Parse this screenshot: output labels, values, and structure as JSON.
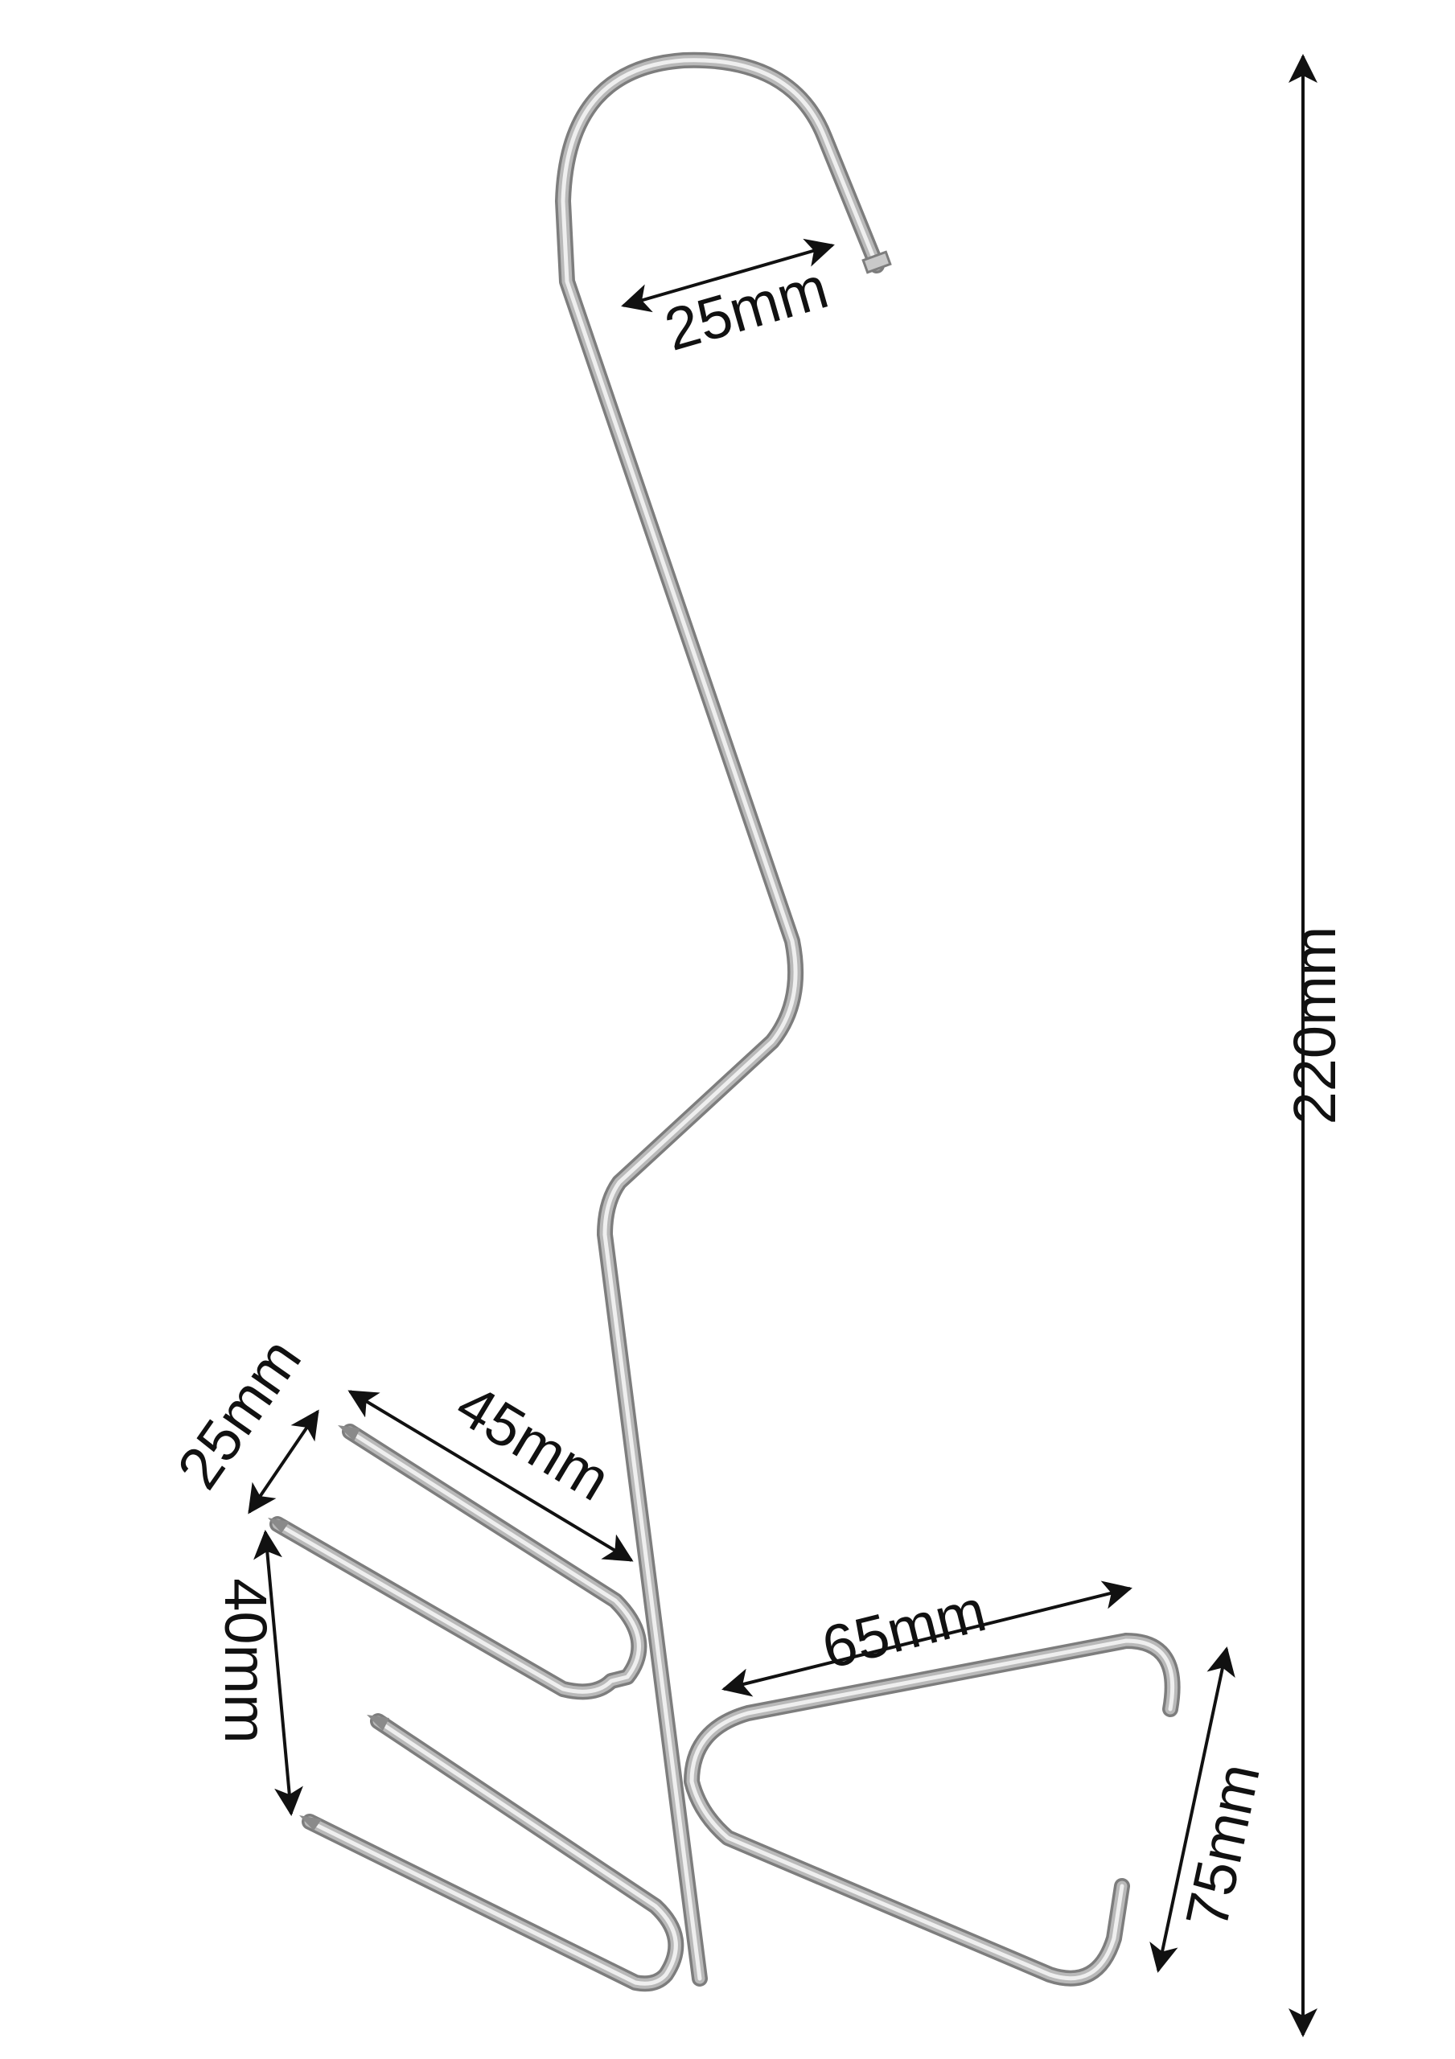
{
  "diagram": {
    "dimensions": {
      "hook_opening": "25mm",
      "total_height": "220mm",
      "prong_length": "45mm",
      "prong_spacing": "25mm",
      "prong_pair_gap": "40mm",
      "side_hook_length": "65mm",
      "side_hook_height": "75mm"
    }
  },
  "colors": {
    "background": "#ffffff",
    "metal_dark": "#7d7d7d",
    "metal_mid": "#b9b9b9",
    "metal_light": "#efefef",
    "dimension_line": "#111111"
  }
}
